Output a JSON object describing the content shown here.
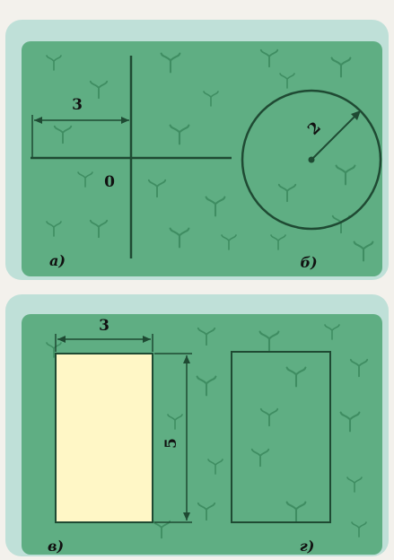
{
  "colors": {
    "paper": "#f3f1ec",
    "wash": "#bfe0d8",
    "field": "#5fae83",
    "line": "#1f4a33",
    "rect_fill": "#fff7c6",
    "sprout": "#3f8d62"
  },
  "panels": {
    "a": {
      "caption": "а)",
      "dim_label": "3",
      "origin_label": "0"
    },
    "b": {
      "caption": "б)",
      "radius_label": "2"
    },
    "v": {
      "caption": "в)",
      "width_label": "3",
      "height_label": "5"
    },
    "g": {
      "caption": "г)"
    }
  }
}
